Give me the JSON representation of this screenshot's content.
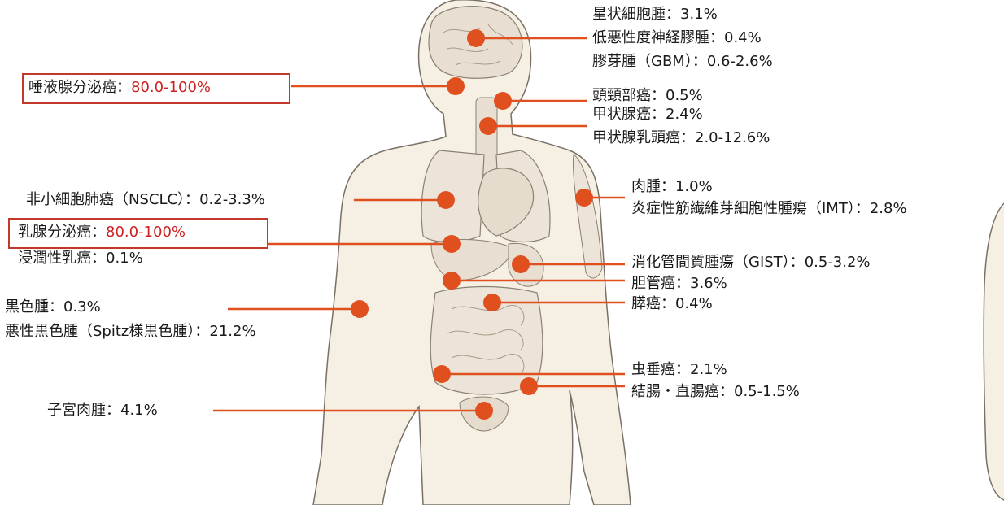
{
  "colors": {
    "marker": "#e0501e",
    "highlight_box": "#c0392b",
    "highlight_text": "#cc2222",
    "body_fill": "#f6efe4",
    "organ_fill": "#e8dfd2"
  },
  "labels": {
    "astrocytoma": {
      "name": "星状細胞腫：",
      "value": "3.1%"
    },
    "low_grade_glioma": {
      "name": "低悪性度神経膠腫：",
      "value": "0.4%"
    },
    "glioblastoma": {
      "name": "膠芽腫（GBM）：",
      "value": "0.6-2.6%"
    },
    "salivary": {
      "name": "唾液腺分泌癌：",
      "value": "80.0-100%"
    },
    "head_neck": {
      "name": "頭頸部癌：",
      "value": "0.5%"
    },
    "thyroid": {
      "name": "甲状腺癌：",
      "value": "2.4%"
    },
    "papillary_thyroid": {
      "name": "甲状腺乳頭癌：",
      "value": "2.0-12.6%"
    },
    "nsclc": {
      "name": "非小細胞肺癌（NSCLC）：",
      "value": "0.2-3.3%"
    },
    "sarcoma": {
      "name": "肉腫：",
      "value": "1.0%"
    },
    "imt": {
      "name": "炎症性筋繊維芽細胞性腫瘍（IMT）：",
      "value": "2.8%"
    },
    "breast_secretory": {
      "name": "乳腺分泌癌：",
      "value": "80.0-100%"
    },
    "invasive_breast": {
      "name": "浸潤性乳癌：",
      "value": "0.1%"
    },
    "gist": {
      "name": "消化管間質腫瘍（GIST）：",
      "value": "0.5-3.2%"
    },
    "bile_duct": {
      "name": "胆管癌：",
      "value": "3.6%"
    },
    "pancreas": {
      "name": "膵癌：",
      "value": "0.4%"
    },
    "melanoma": {
      "name": "黒色腫：",
      "value": "0.3%"
    },
    "spitz_melanoma": {
      "name": "悪性黒色腫（Spitz様黒色腫）：",
      "value": "21.2%"
    },
    "appendix": {
      "name": "虫垂癌：",
      "value": "2.1%"
    },
    "colorectal": {
      "name": "結腸・直腸癌：",
      "value": "0.5-1.5%"
    },
    "uterine_sarcoma": {
      "name": "子宮肉腫：",
      "value": "4.1%"
    }
  }
}
